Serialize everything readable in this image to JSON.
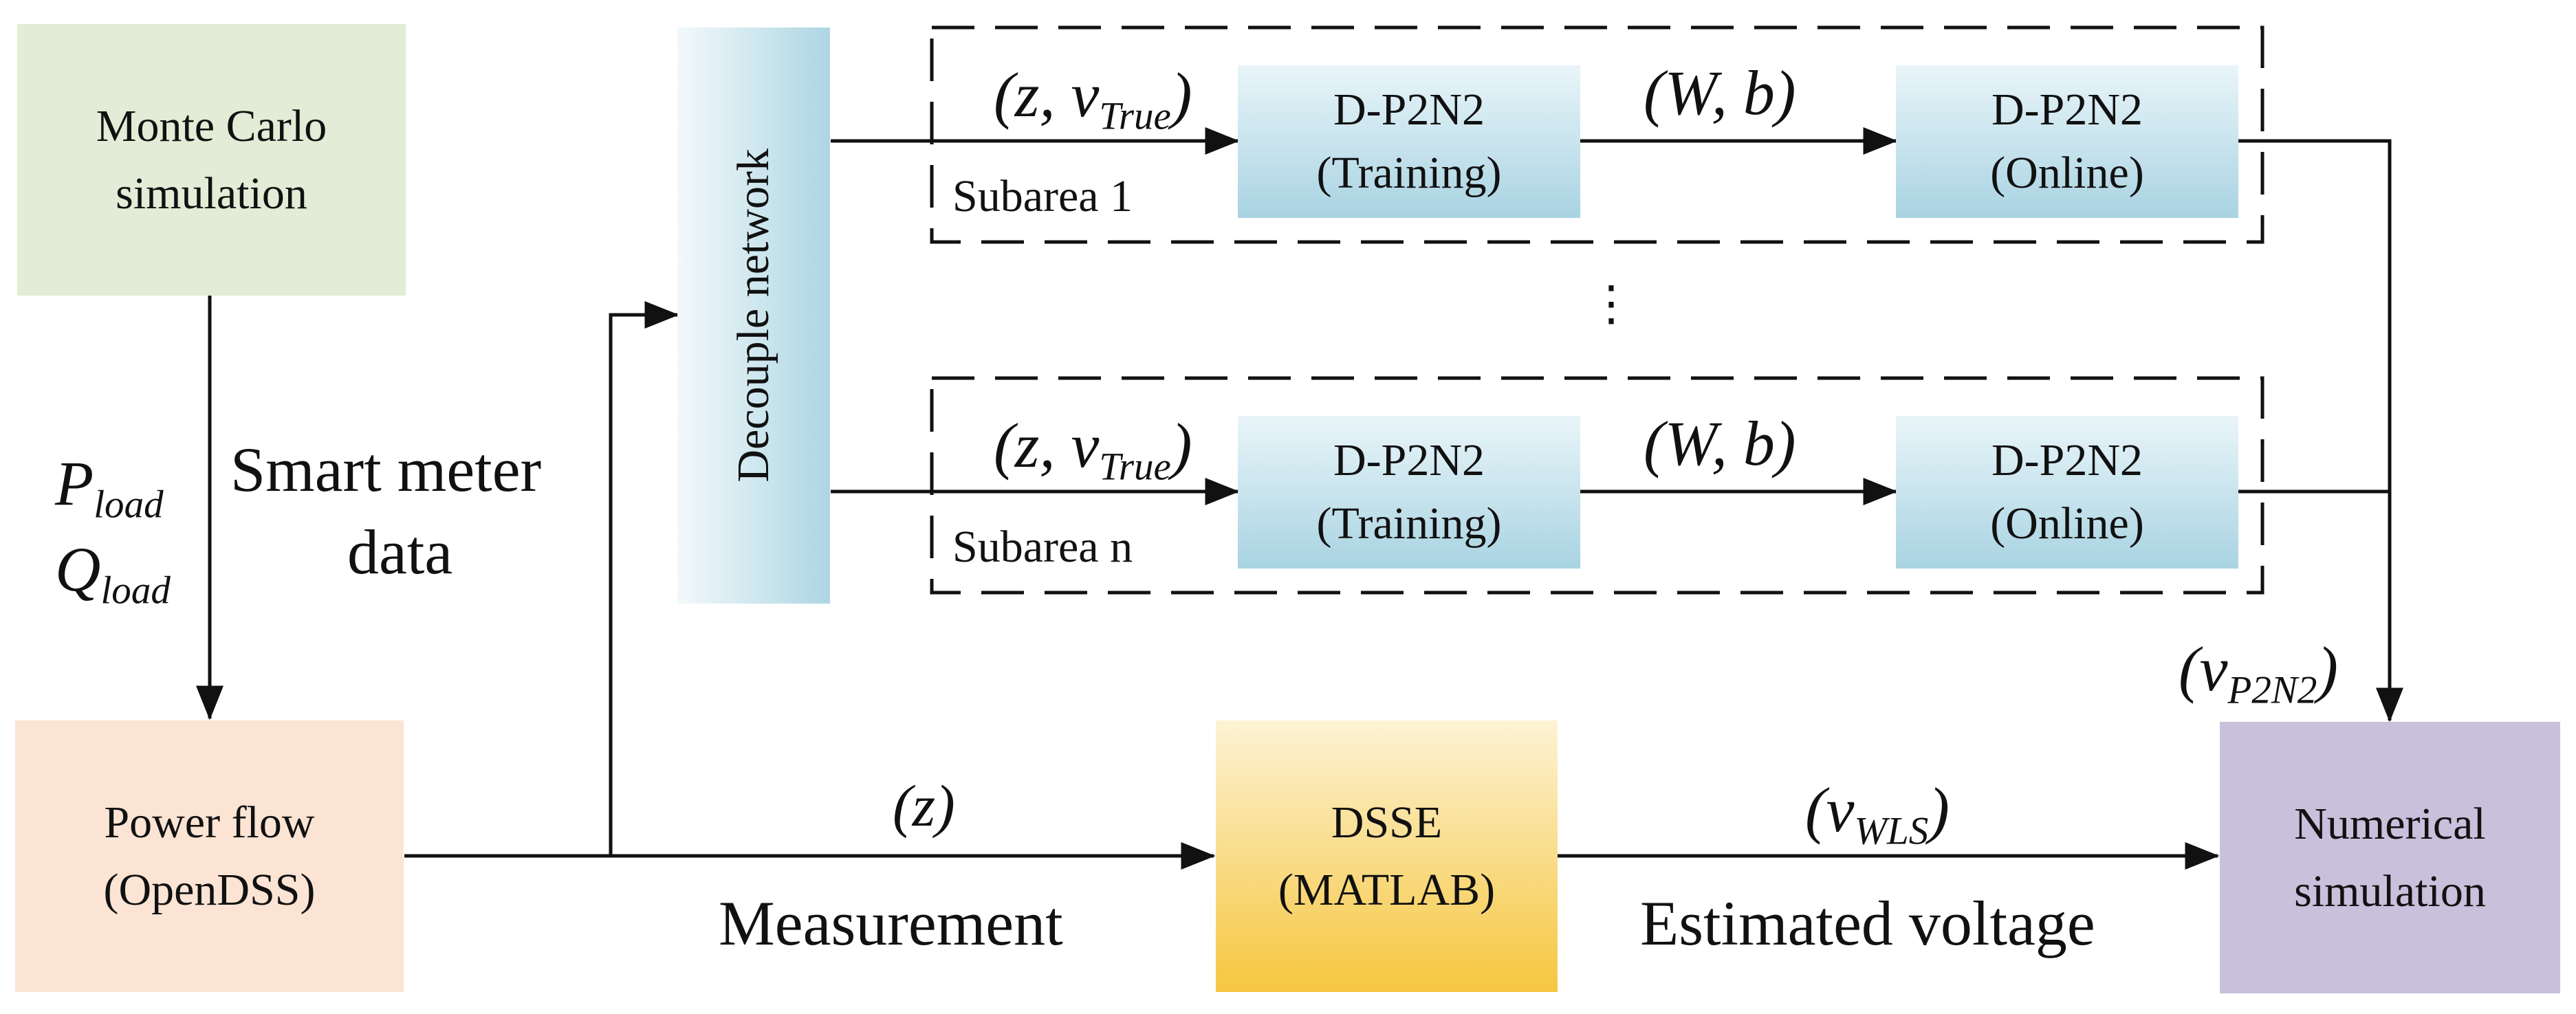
{
  "colors": {
    "green_box": "#e2ecd6",
    "orange_box": "#fce4d4",
    "purple_box": "#c9c0dc",
    "blue_box": "#add6e3",
    "yellow_box": "#f7cc4d",
    "line": "#111111"
  },
  "boxes": {
    "monte_carlo": {
      "line1": "Monte Carlo",
      "line2": "simulation"
    },
    "power_flow": {
      "line1": "Power flow",
      "line2": "(OpenDSS)"
    },
    "decouple": {
      "label": "Decouple network"
    },
    "dsse": {
      "line1": "DSSE",
      "line2": "(MATLAB)"
    },
    "numerical": {
      "line1": "Numerical",
      "line2": "simulation"
    },
    "subarea_1": {
      "name": "Subarea 1",
      "training": {
        "line1": "D-P2N2",
        "line2": "(Training)"
      },
      "online": {
        "line1": "D-P2N2",
        "line2": "(Online)"
      }
    },
    "subarea_n": {
      "name": "Subarea n",
      "training": {
        "line1": "D-P2N2",
        "line2": "(Training)"
      },
      "online": {
        "line1": "D-P2N2",
        "line2": "(Online)"
      }
    }
  },
  "labels": {
    "p_load": {
      "main": "P",
      "sub": "load"
    },
    "q_load": {
      "main": "Q",
      "sub": "load"
    },
    "smart_meter_line1": "Smart meter",
    "smart_meter_line2": "data",
    "z_vtrue": {
      "prefix": "(z, v",
      "sub": "True",
      "suffix": ")"
    },
    "w_b": "(W, b)",
    "ellipsis": "⋮",
    "z": "(z)",
    "measurement": "Measurement",
    "v_wls": {
      "prefix": "(v",
      "sub": "WLS",
      "suffix": ")"
    },
    "estimated_voltage": "Estimated voltage",
    "v_p2n2": {
      "prefix": "(v",
      "sub": "P2N2",
      "suffix": ")"
    }
  }
}
